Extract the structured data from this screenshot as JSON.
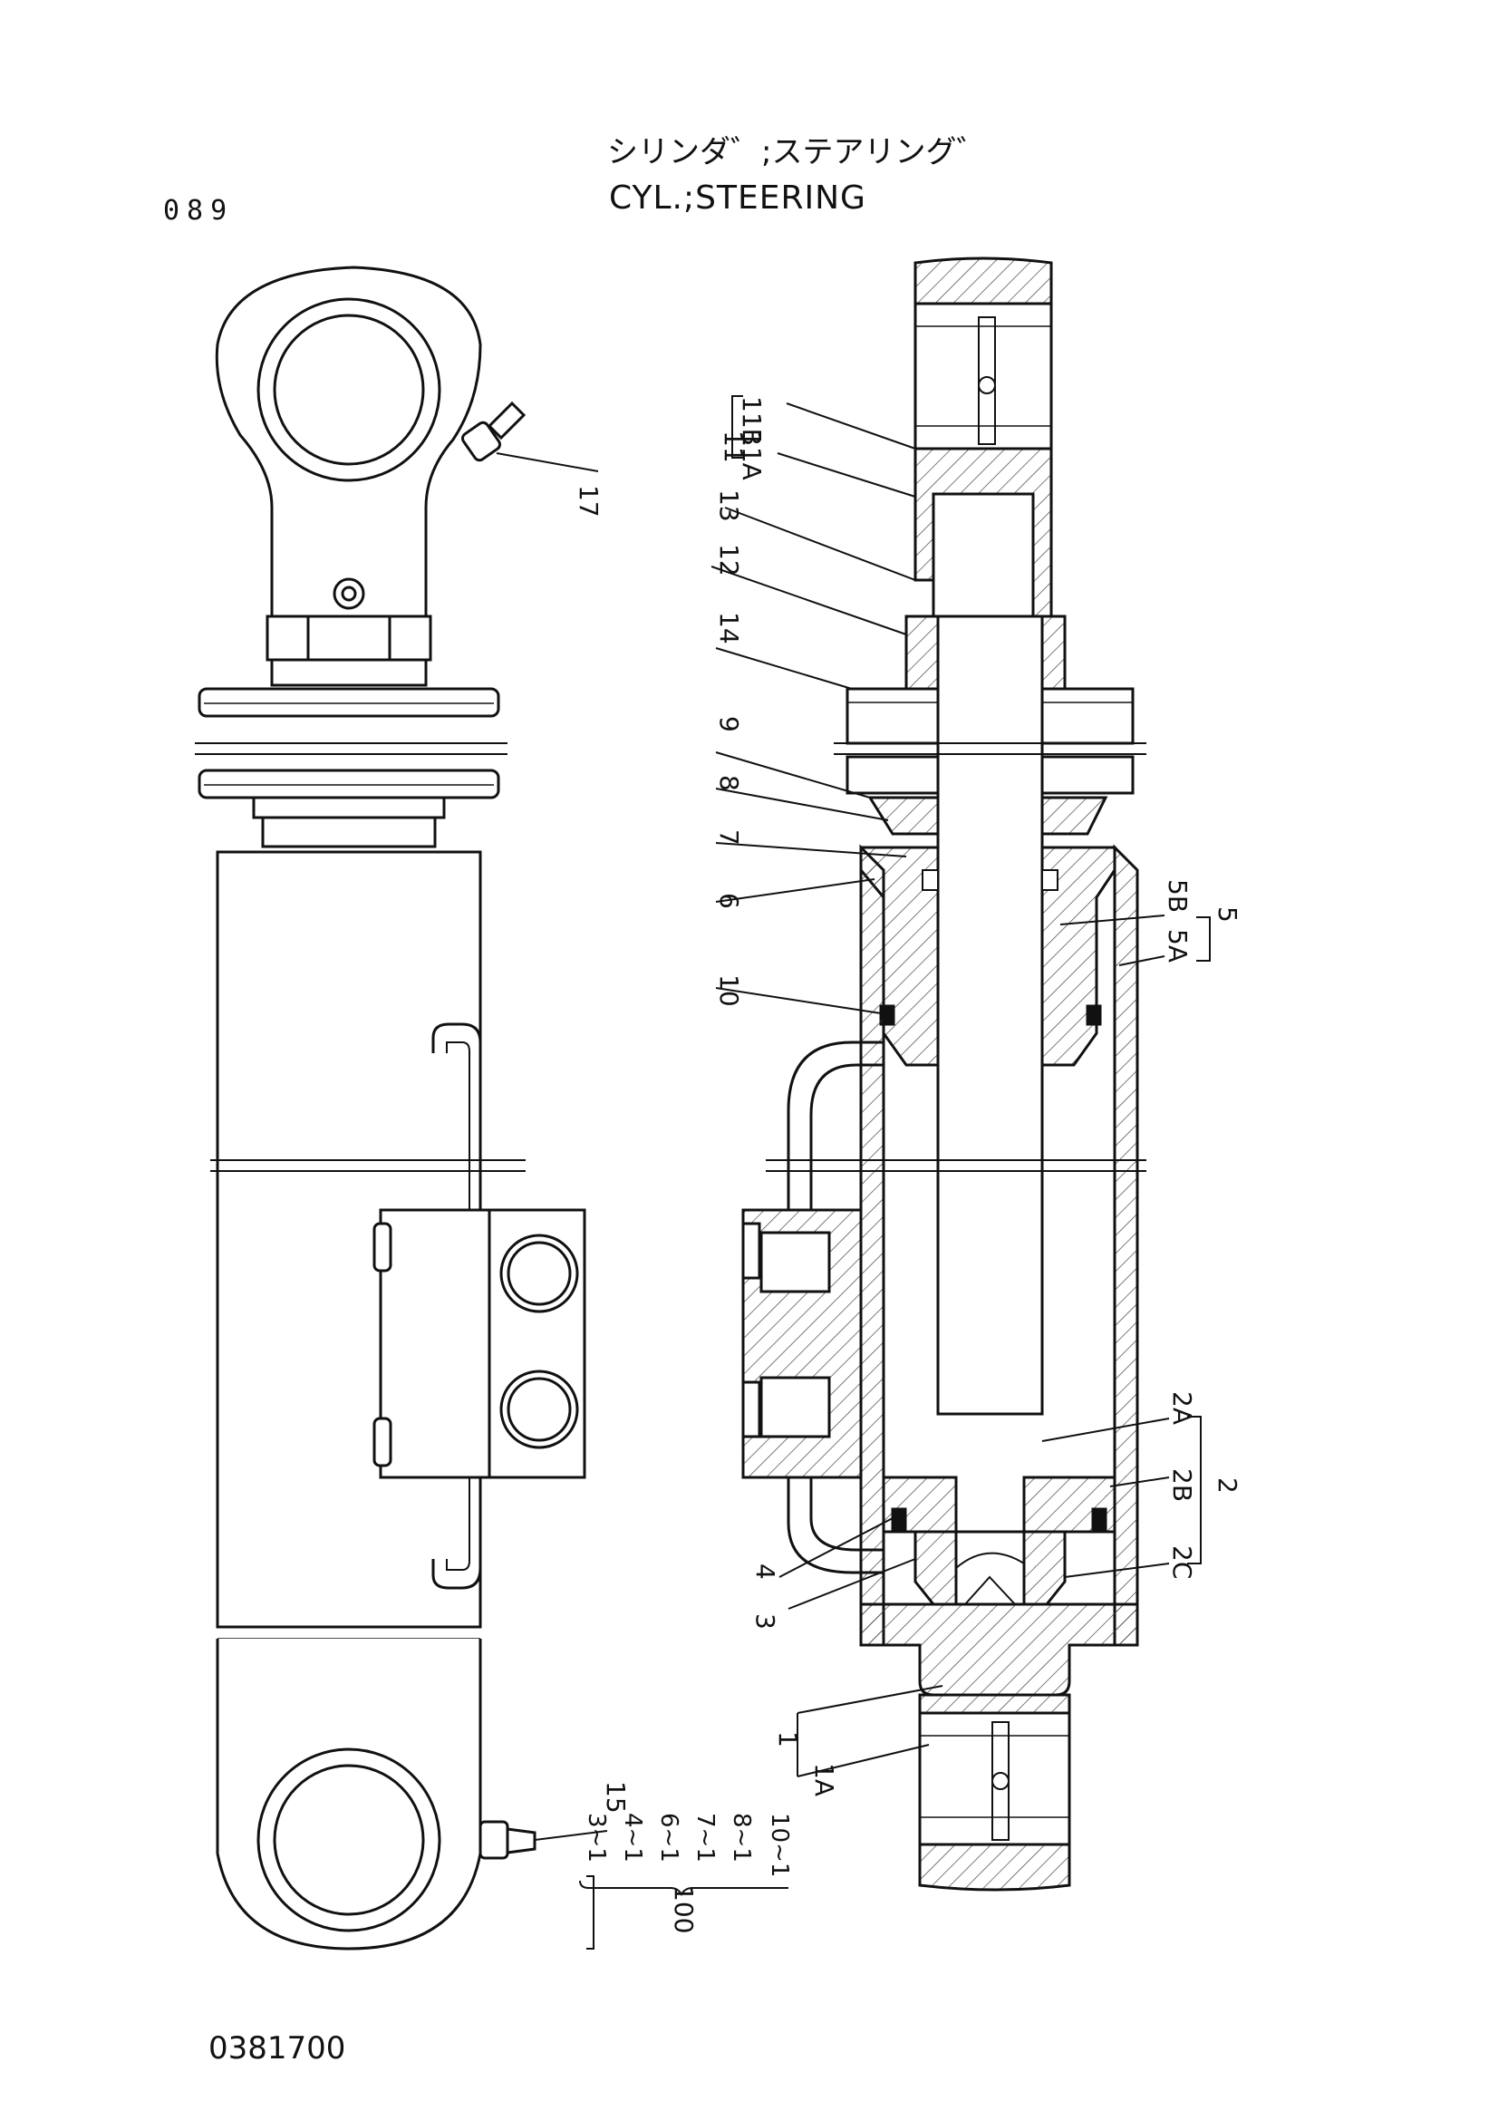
{
  "header": {
    "page_number": "089",
    "title_jp": "シリンダ゛;ステアリング゛",
    "title_en": "CYL.;STEERING"
  },
  "footer": {
    "drawing_number": "0381700"
  },
  "callouts": {
    "c1": "1",
    "c1A": "1A",
    "c2": "2",
    "c2A": "2A",
    "c2B": "2B",
    "c2C": "2C",
    "c3": "3",
    "c4": "4",
    "c5": "5",
    "c5A": "5A",
    "c5B": "5B",
    "c6": "6",
    "c7": "7",
    "c8": "8",
    "c9": "9",
    "c10": "10",
    "c11": "11",
    "c11A": "11A",
    "c11B": "11B",
    "c12": "12",
    "c13": "13",
    "c14": "14",
    "c15": "15",
    "c17": "17"
  },
  "kit": {
    "number": "100",
    "items": [
      "3~1",
      "4~1",
      "6~1",
      "7~1",
      "8~1",
      "10~1"
    ]
  }
}
